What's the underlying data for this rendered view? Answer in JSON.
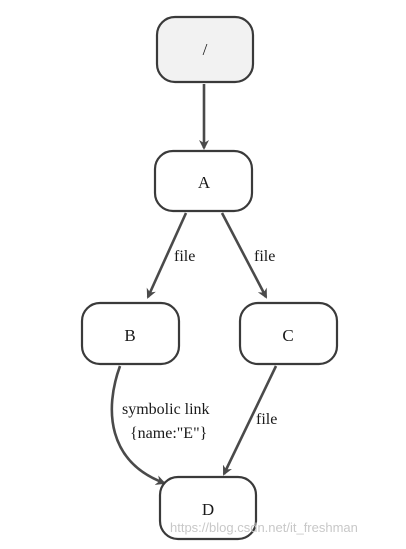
{
  "nodes": {
    "root": "/",
    "a": "A",
    "b": "B",
    "c": "C",
    "d": "D"
  },
  "edges": {
    "root_to_a": "",
    "a_to_b": "file",
    "a_to_c": "file",
    "b_to_d_line1": "symbolic link",
    "b_to_d_line2": "{name:\"E\"}",
    "c_to_d": "file"
  },
  "watermark": "https://blog.csdn.net/it_freshman",
  "colors": {
    "stroke": "#3a3a3a",
    "edge": "#4a4a4a",
    "root_fill": "#f2f2f2"
  }
}
